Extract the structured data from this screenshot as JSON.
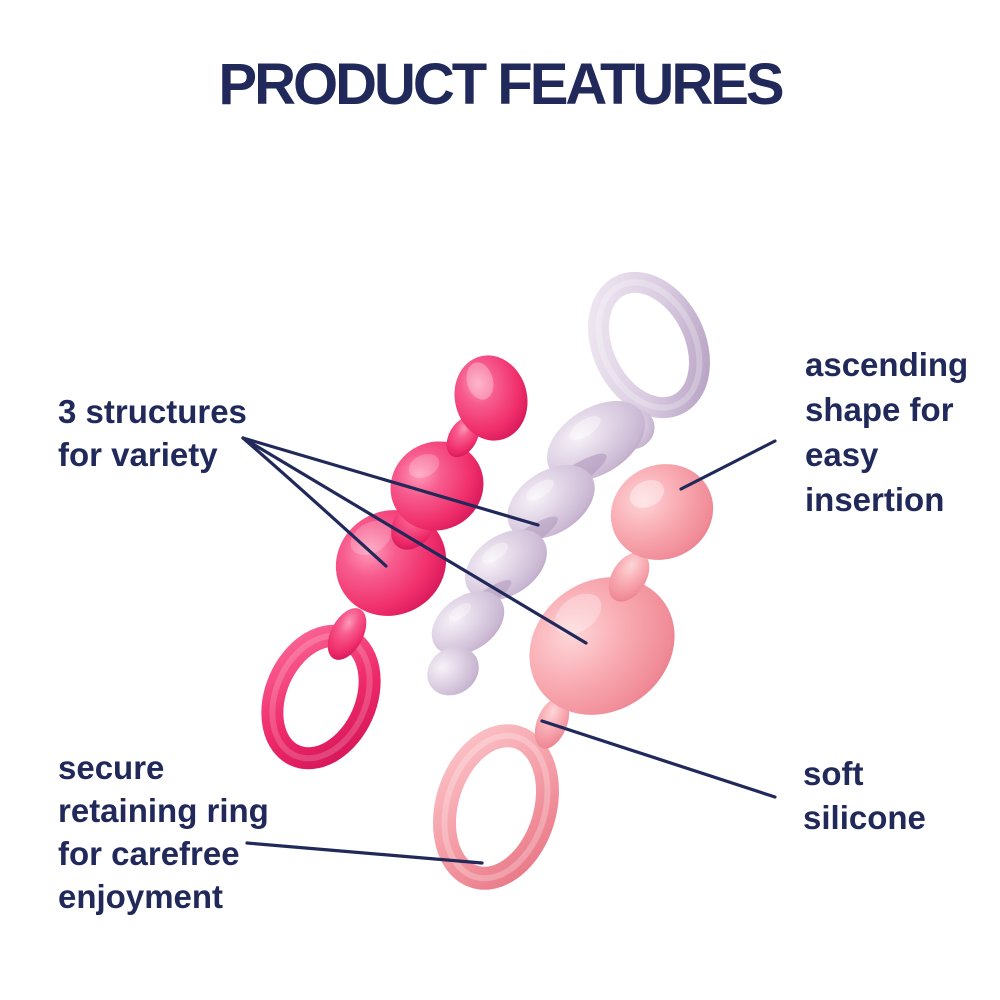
{
  "title": "PRODUCT FEATURES",
  "labels": {
    "structures": "3 structures\nfor variety",
    "ascending": "ascending\nshape for\neasy\ninsertion",
    "retaining_ring": "secure\nretaining ring\nfor carefree\nenjoyment",
    "soft_silicone": "soft\nsilicone"
  },
  "products": [
    {
      "name": "pink beaded plug with retaining ring",
      "color": "#f0356f"
    },
    {
      "name": "lilac spiral plug with retaining ring",
      "color": "#d9cce0"
    },
    {
      "name": "salmon bulb plug with retaining ring",
      "color": "#f7a6ad"
    }
  ],
  "colors": {
    "text_navy": "#20295a",
    "callout_line": "#20295a",
    "background": "#ffffff"
  }
}
